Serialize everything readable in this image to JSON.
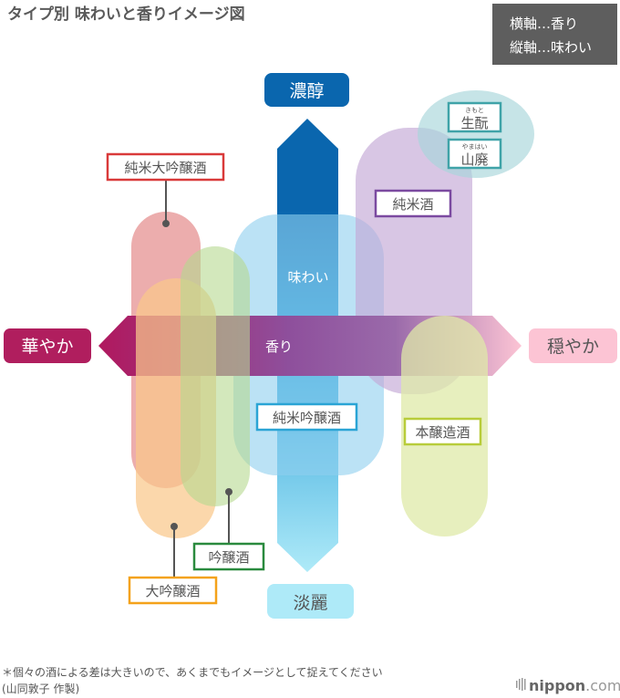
{
  "title": "タイプ別 味わいと香りイメージ図",
  "legend": {
    "line1": "横軸…香り",
    "line2": "縦軸…味わい"
  },
  "axes": {
    "top": "濃醇",
    "bottom": "淡麗",
    "left": "華やか",
    "right": "穏やか",
    "vertical_label": "味わい",
    "horizontal_label": "香り"
  },
  "types": {
    "junmai_daiginjo": {
      "label": "純米大吟醸酒",
      "color": "#d93a3a"
    },
    "daiginjo": {
      "label": "大吟醸酒",
      "color": "#f4a21a"
    },
    "ginjo": {
      "label": "吟醸酒",
      "color": "#2a8a3e"
    },
    "junmai_ginjo": {
      "label": "純米吟醸酒",
      "color": "#2aa4d5"
    },
    "junmai": {
      "label": "純米酒",
      "color": "#7b4aa0"
    },
    "honjozo": {
      "label": "本醸造酒",
      "color": "#b8cc3a"
    },
    "kimoto": {
      "label": "生酛",
      "ruby": "きもと",
      "color": "#3fa3a8"
    },
    "yamahai": {
      "label": "山廃",
      "ruby": "やまはい",
      "color": "#3fa3a8"
    }
  },
  "footer": {
    "note": "＊個々の酒による差は大きいので、あくまでもイメージとして捉えてください",
    "credit": "(山同敦子 作製)",
    "logo_main": "nippon",
    "logo_suffix": ".com"
  }
}
